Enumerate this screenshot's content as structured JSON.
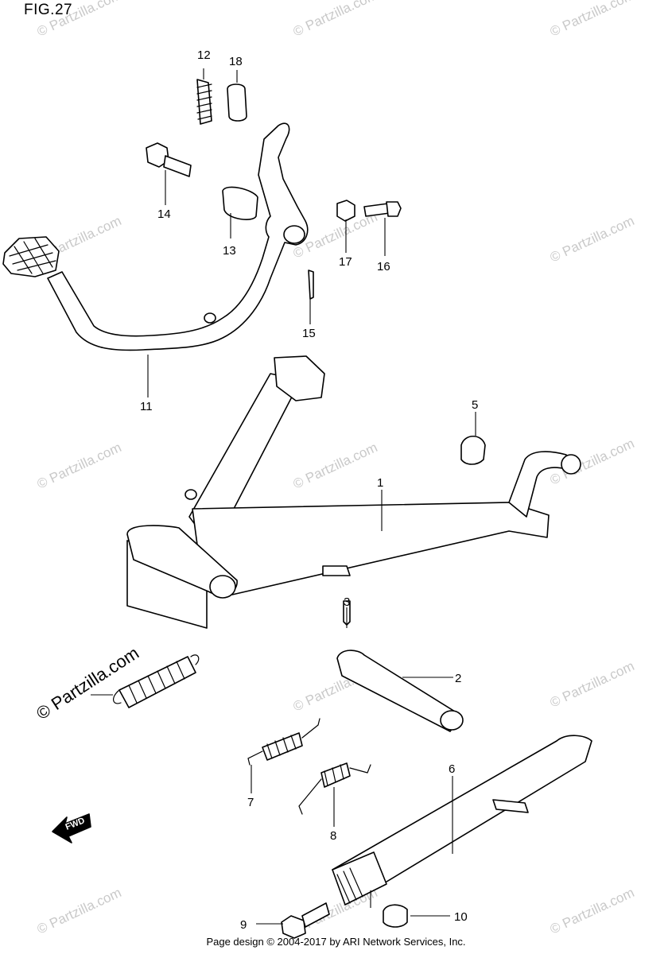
{
  "figure": {
    "label": "FIG.27"
  },
  "callouts": [
    "1",
    "2",
    "3",
    "5",
    "6",
    "7",
    "8",
    "9",
    "10",
    "11",
    "12",
    "13",
    "14",
    "15",
    "16",
    "17",
    "18"
  ],
  "watermark": {
    "text": "© Partzilla.com"
  },
  "fwd_arrow": {
    "text": "FWD"
  },
  "footer": {
    "text": "Page design © 2004-2017 by ARI Network Services, Inc."
  }
}
